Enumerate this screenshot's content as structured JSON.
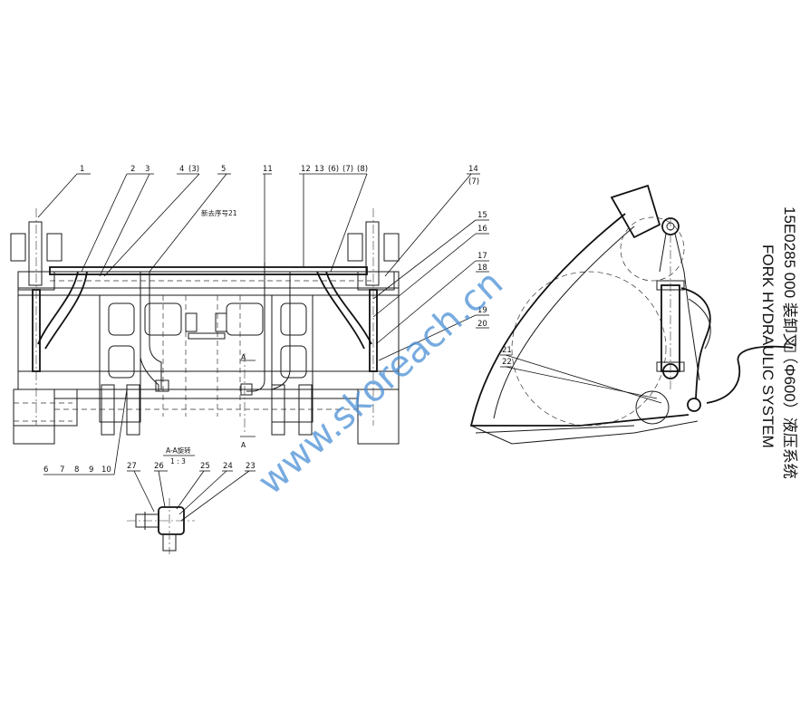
{
  "title": {
    "code_cn": "15E0285 000  装卸叉（Φ600）液压系统",
    "en": "FORK HYDRAULIC SYSTEM"
  },
  "watermark": "www.skoreach.cn",
  "notes": {
    "section_label": "A-A旋转",
    "section_scale": "1 : 3",
    "ref_note": "新去序号21",
    "section_mark": "A"
  },
  "callouts_top": [
    "1",
    "2",
    "3",
    "4",
    "(3)",
    "5",
    "11",
    "12",
    "13",
    "(6)",
    "(7)",
    "(8)",
    "14",
    "(7)"
  ],
  "callouts_right": [
    "15",
    "16",
    "17",
    "18",
    "19",
    "20"
  ],
  "callouts_bottom": [
    "6",
    "7",
    "8",
    "9",
    "10"
  ],
  "callouts_section": [
    "27",
    "26",
    "25",
    "24",
    "23"
  ],
  "callouts_side": [
    "21",
    "22"
  ],
  "colors": {
    "line": "#1a1a1a",
    "watermark": "#4a8fd6",
    "background": "#ffffff"
  }
}
